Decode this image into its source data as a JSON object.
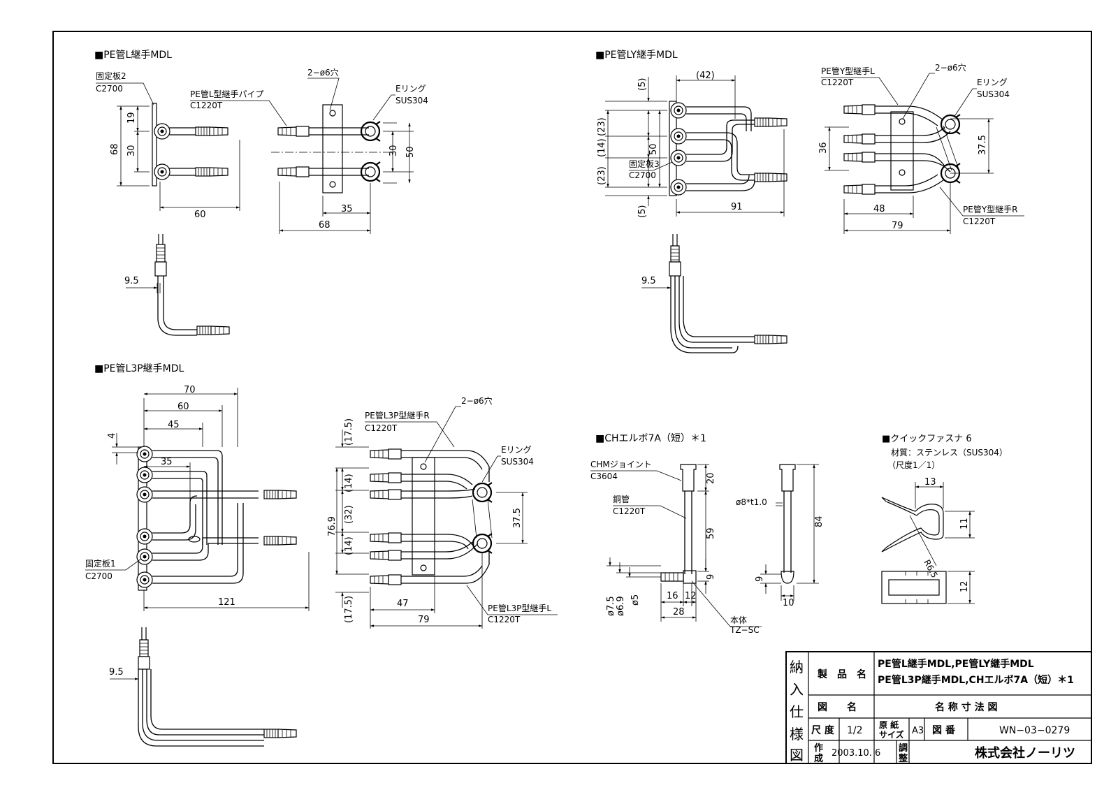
{
  "sections": {
    "l": {
      "title": "■PE管L継手MDL",
      "plate_label": "固定板2",
      "plate_mat": "C2700",
      "pipe_label": "PE管L型継手パイプ",
      "pipe_mat": "C1220T",
      "holes": "2−ø6穴",
      "ering_label": "Eリング",
      "ering_mat": "SUS304",
      "dims": {
        "d68": "68",
        "d19": "19",
        "d30a": "30",
        "d60": "60",
        "d30b": "30",
        "d50": "50",
        "d35": "35",
        "d68b": "68",
        "d95": "9.5"
      }
    },
    "ly": {
      "title": "■PE管LY継手MDL",
      "plate_label": "固定板3",
      "plate_mat": "C2700",
      "yl_label": "PE管Y型継手L",
      "yl_mat": "C1220T",
      "yr_label": "PE管Y型継手R",
      "yr_mat": "C1220T",
      "holes": "2−ø6穴",
      "ering_label": "Eリング",
      "ering_mat": "SUS304",
      "dims": {
        "d5a": "(5)",
        "d23a": "(23)",
        "d14": "(14)",
        "d23b": "(23)",
        "d5b": "(5)",
        "d42": "(42)",
        "d50": "50",
        "d91": "91",
        "d36": "36",
        "d375": "37.5",
        "d48": "48",
        "d79": "79",
        "d95": "9.5"
      }
    },
    "l3p": {
      "title": "■PE管L3P継手MDL",
      "plate_label": "固定板1",
      "plate_mat": "C2700",
      "r_label": "PE管L3P型継手R",
      "r_mat": "C1220T",
      "l_label": "PE管L3P型継手L",
      "l_mat": "C1220T",
      "holes": "2−ø6穴",
      "ering_label": "Eリング",
      "ering_mat": "SUS304",
      "dims": {
        "d70": "70",
        "d60": "60",
        "d45": "45",
        "d35": "35",
        "d4": "4",
        "d121": "121",
        "d175a": "(17.5)",
        "d14a": "(14)",
        "d32": "(32)",
        "d14b": "(14)",
        "d175b": "(17.5)",
        "d769": "76.9",
        "d375": "37.5",
        "d47": "47",
        "d79": "79",
        "d95": "9.5"
      }
    },
    "ch": {
      "title": "■CHエルボ7A（短）＊1",
      "joint_label": "CHMジョイント",
      "joint_mat": "C3604",
      "tube_label": "銅管",
      "tube_mat": "C1220T",
      "body_label": "本体",
      "body_mat": "TZ−SC",
      "dims": {
        "d20": "20",
        "d59": "59",
        "d9": "9",
        "d16": "16",
        "d12": "12",
        "d28": "28",
        "d75": "ø7.5",
        "d69": "ø6.9",
        "d5": "ø5",
        "d8t": "ø8*t1.0",
        "d84": "84",
        "d9b": "9",
        "d10": "10"
      }
    },
    "qf": {
      "title": "■クイックファスナ 6",
      "material": "材質：ステンレス（SUS304）",
      "scale": "（尺度1／1）",
      "dims": {
        "d13": "13",
        "d11": "11",
        "dr": "R6.5",
        "d12": "12"
      }
    }
  },
  "title_block": {
    "side": [
      "納",
      "入",
      "仕",
      "様",
      "図"
    ],
    "product_label": "製　品　名",
    "product_line1": "PE管L継手MDL,PE管LY継手MDL",
    "product_line2": "PE管L3P継手MDL,CHエルボ7A（短）＊1",
    "drawing_label": "図　　名",
    "drawing_name": "名 称 寸 法 図",
    "scale_label": "尺 度",
    "scale_value": "1/2",
    "paper_label1": "原 紙",
    "paper_label2": "サイズ",
    "paper_value": "A3",
    "number_label": "図 番",
    "number_value": "WN−03−0279",
    "made_label1": "作",
    "made_label2": "成",
    "date_value": "2003.10. 6",
    "adj_label1": "調",
    "adj_label2": "整",
    "company": "株式会社ノーリツ"
  }
}
